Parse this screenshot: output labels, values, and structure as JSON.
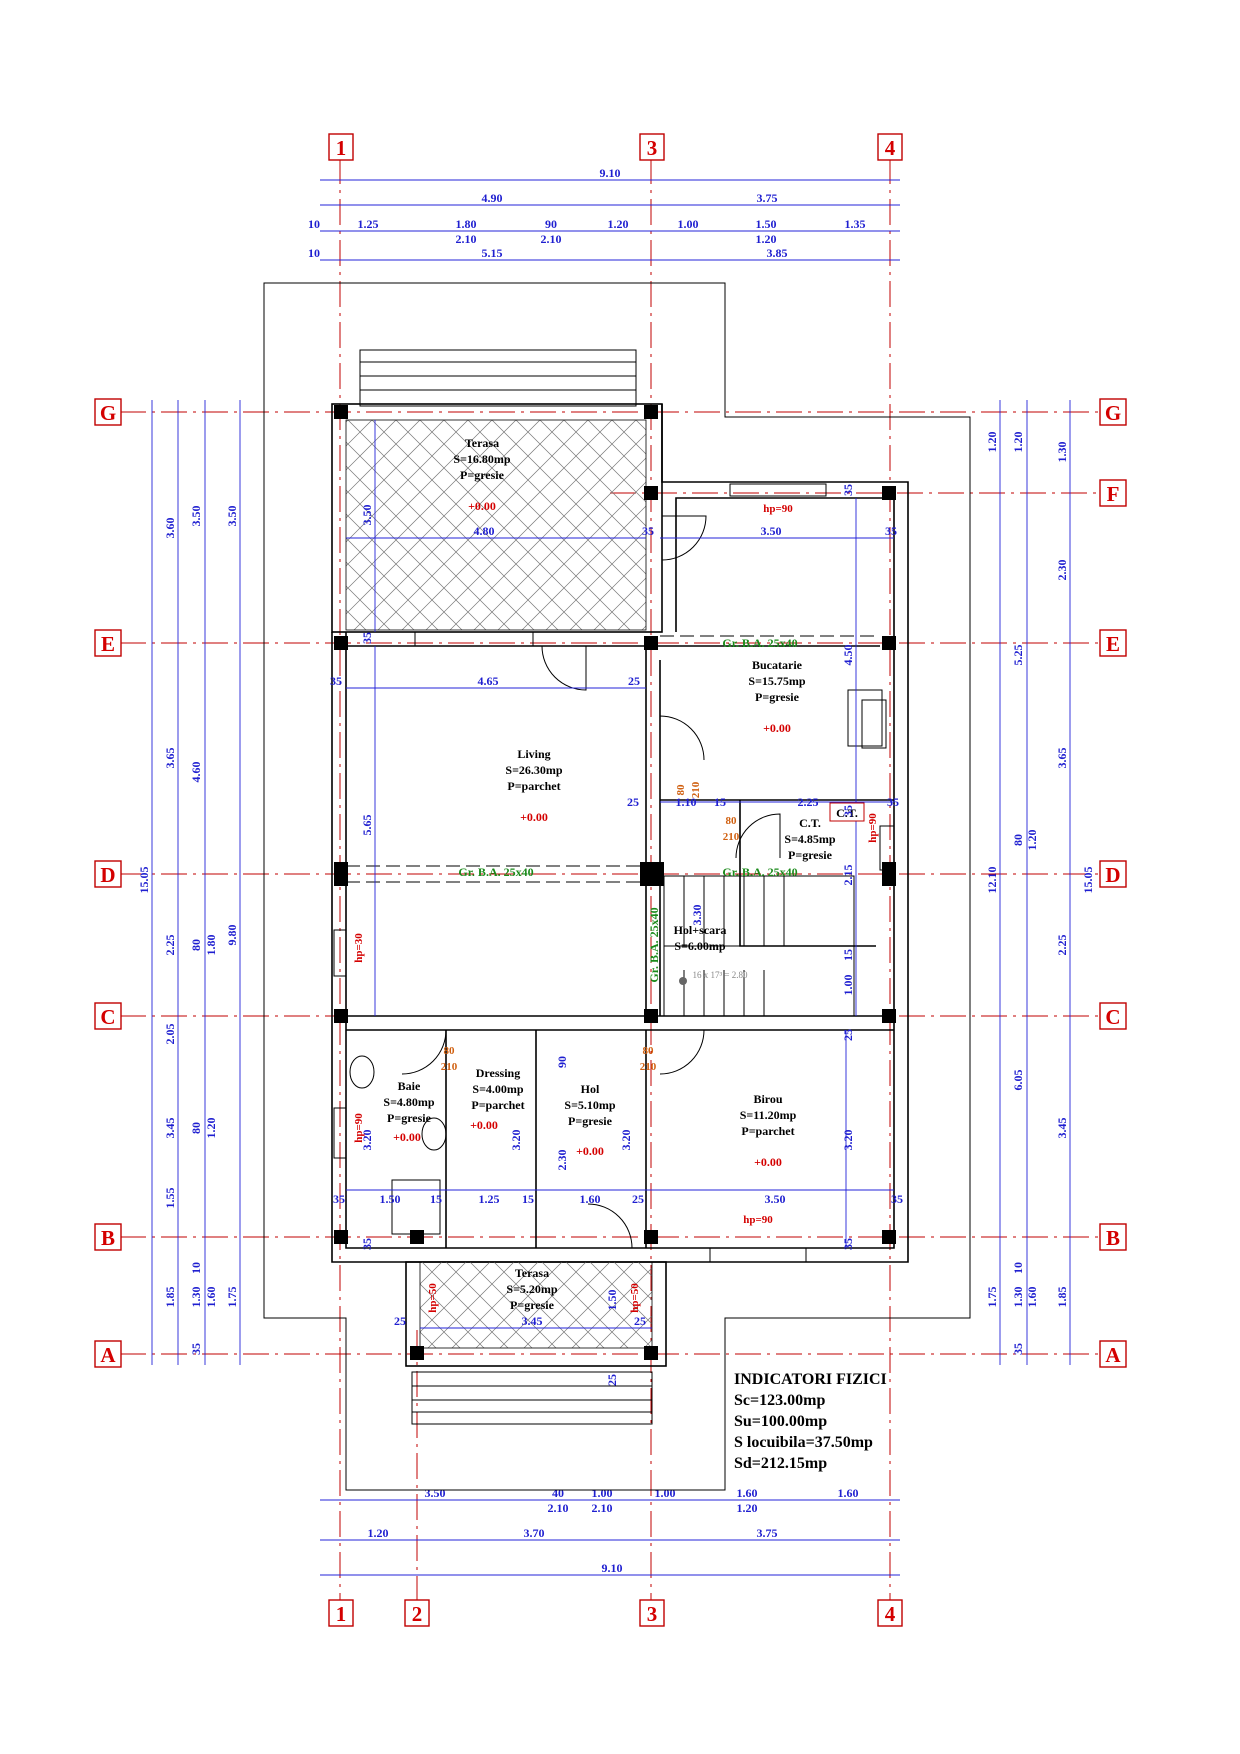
{
  "axes": {
    "vertical": [
      "1",
      "2",
      "3",
      "4"
    ],
    "horizontal": [
      "A",
      "B",
      "C",
      "D",
      "E",
      "F",
      "G"
    ]
  },
  "top_dims": {
    "overall": "9.10",
    "row2": [
      "4.90",
      "3.75"
    ],
    "row3a": [
      "10",
      "1.25",
      "1.80",
      "90",
      "1.20",
      "1.00",
      "1.50",
      "1.35"
    ],
    "row3b": [
      "2.10",
      "2.10",
      "1.20"
    ],
    "row4": [
      "10",
      "5.15",
      "3.85"
    ]
  },
  "bottom_dims": {
    "row1a": [
      "3.50",
      "40",
      "1.00",
      "1.00",
      "1.60",
      "1.60"
    ],
    "row1b": [
      "2.10",
      "2.10",
      "1.20"
    ],
    "row2": [
      "1.20",
      "3.70",
      "3.75"
    ],
    "overall": "9.10"
  },
  "left_dims": {
    "col1": [
      "3.60",
      "3.65",
      "2.25",
      "2.05",
      "3.45",
      "1.55",
      "1.85"
    ],
    "col1_total": "15.05",
    "col2": [
      "3.50",
      "4.60",
      "80",
      "1.80",
      "80",
      "1.20",
      "10",
      "1.30",
      "1.60",
      "35"
    ],
    "col3": [
      "3.50",
      "9.80",
      "1.75"
    ]
  },
  "right_dims": {
    "col1": [
      "1.20",
      "5.25",
      "12.10",
      "80",
      "6.05",
      "1.75",
      "35"
    ],
    "col2": [
      "1.20",
      "1.20",
      "10",
      "1.30",
      "1.60"
    ],
    "col3": [
      "1.30",
      "2.30",
      "3.65",
      "15.05",
      "2.25",
      "3.45",
      "1.85"
    ]
  },
  "rooms": {
    "terasa_top": {
      "name": "Terasa",
      "area": "S=16.80mp",
      "floor": "P=gresie",
      "level": "+0.00"
    },
    "bucatarie": {
      "name": "Bucatarie",
      "area": "S=15.75mp",
      "floor": "P=gresie",
      "level": "+0.00"
    },
    "living": {
      "name": "Living",
      "area": "S=26.30mp",
      "floor": "P=parchet",
      "level": "+0.00"
    },
    "ct": {
      "name": "C.T.",
      "area": "S=4.85mp",
      "floor": "P=gresie"
    },
    "hol_scara": {
      "name": "Hol+scara",
      "area": "S=6.00mp"
    },
    "baie": {
      "name": "Baie",
      "area": "S=4.80mp",
      "floor": "P=gresie",
      "level": "+0.00"
    },
    "dressing": {
      "name": "Dressing",
      "area": "S=4.00mp",
      "floor": "P=parchet",
      "level": "+0.00"
    },
    "hol": {
      "name": "Hol",
      "area": "S=5.10mp",
      "floor": "P=gresie",
      "level": "+0.00"
    },
    "birou": {
      "name": "Birou",
      "area": "S=11.20mp",
      "floor": "P=parchet",
      "level": "+0.00"
    },
    "terasa_bottom": {
      "name": "Terasa",
      "area": "S=5.20mp",
      "floor": "P=gresie"
    }
  },
  "inner_dims": {
    "terasa_w": "4.80",
    "terasa_h": "3.50",
    "kit_w": "3.50",
    "liv_w": "4.65",
    "liv_h": "5.65",
    "ct_w1": "1.10",
    "ct_w2": "2.25",
    "ct_ct": "C.T.",
    "stair_h": "3.30",
    "stair_d": "1.00",
    "kit_h": "4.50",
    "ct_h": "2.15",
    "baie_w": "1.50",
    "dress_w": "1.25",
    "hol_w": "1.60",
    "birou_w": "3.50",
    "baie_h": "3.20",
    "dress_h": "3.20",
    "hol_h": "3.20",
    "hol_h2": "2.30",
    "birou_h": "3.20",
    "hol_90": "90",
    "ter2_w": "3.45",
    "ter2_h": "1.50",
    "t15": "15",
    "t25": "25",
    "t35": "35",
    "stair_label": "16 x 17³ = 2.80"
  },
  "beams": {
    "b1": "Gr. B.A. 25x40",
    "b2": "Gr. B.A. 25x40",
    "b3": "Gr. B.A. 25x40",
    "b4": "Gr. B.A. 25x40"
  },
  "door_marks": {
    "w": "80",
    "h": "210"
  },
  "heights": {
    "hp90": "hp=90",
    "hp30": "hp=30",
    "hp50": "hp=50"
  },
  "indicators": {
    "title": "INDICATORI FIZICI",
    "sc": "Sc=123.00mp",
    "su": "Su=100.00mp",
    "sl": "S locuibila=37.50mp",
    "sd": "Sd=212.15mp"
  },
  "colors": {
    "axis": "#c00000",
    "dim": "#1f1fd0",
    "beam": "#1a8a1a",
    "door": "#d06010"
  }
}
